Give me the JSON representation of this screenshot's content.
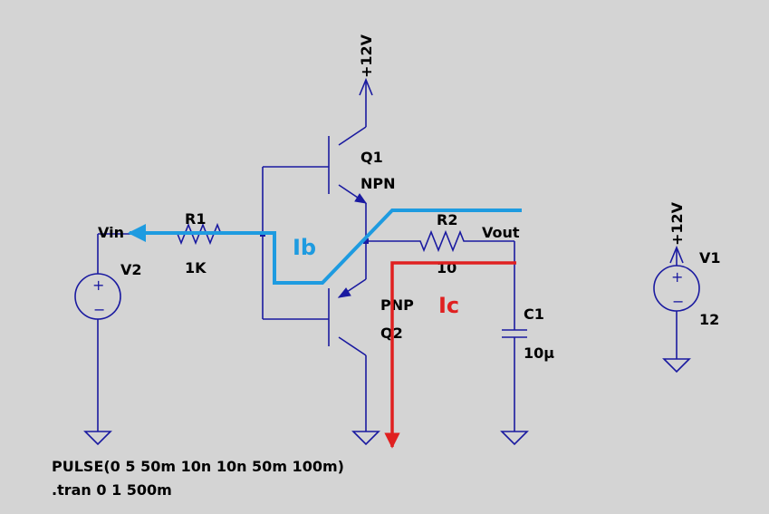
{
  "supply_top": "+12V",
  "supply_v1": "+12V",
  "q1": {
    "name": "Q1",
    "type": "NPN"
  },
  "q2": {
    "name": "Q2",
    "type": "PNP"
  },
  "r1": {
    "name": "R1",
    "value": "1K"
  },
  "r2": {
    "name": "R2",
    "value": "10"
  },
  "c1": {
    "name": "C1",
    "value": "10µ"
  },
  "v1": {
    "name": "V1",
    "value": "12"
  },
  "v2": {
    "name": "V2"
  },
  "net_vin": "Vin",
  "net_vout": "Vout",
  "ib_label": "Ib",
  "ic_label": "Ic",
  "directive_pulse": "PULSE(0 5 50m 10n 10n 50m 100m)",
  "directive_tran": ".tran 0 1 500m",
  "source_plus": "+",
  "source_minus": "−",
  "colors": {
    "wire": "#1a1aa0",
    "ib": "#1e9be0",
    "ic": "#e02020",
    "background": "#d4d4d4"
  }
}
